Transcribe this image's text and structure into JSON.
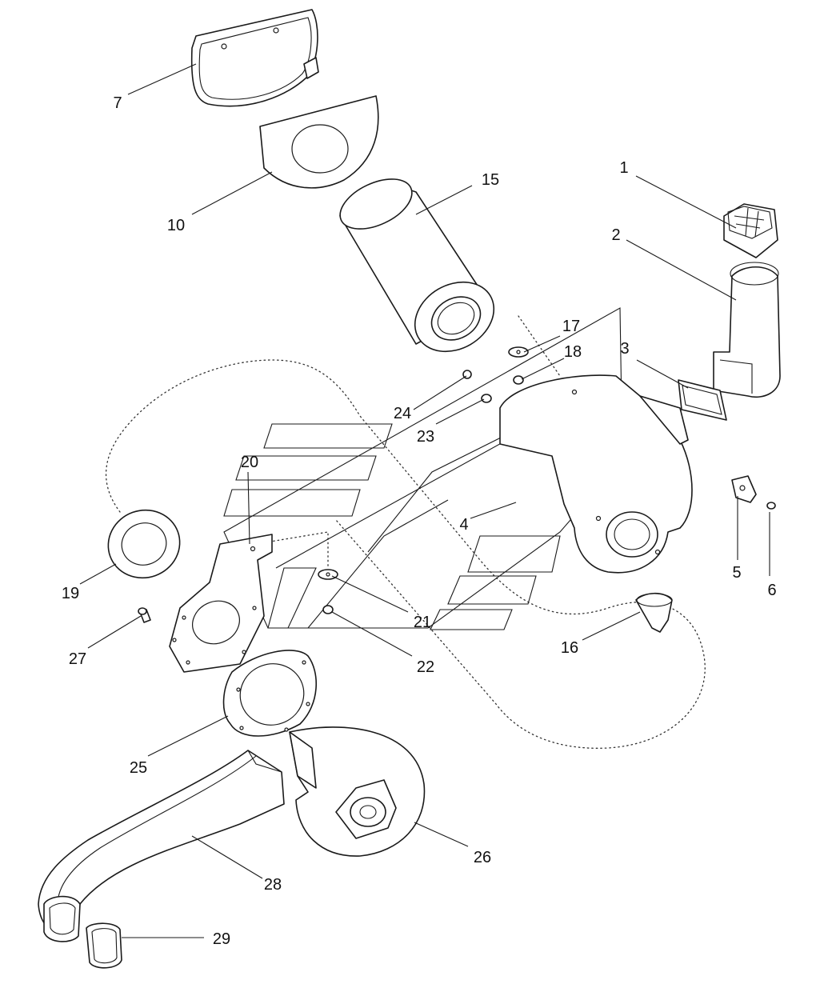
{
  "diagram": {
    "callouts": [
      {
        "id": "c1",
        "text": "1"
      },
      {
        "id": "c2",
        "text": "2"
      },
      {
        "id": "c3",
        "text": "3"
      },
      {
        "id": "c4",
        "text": "4"
      },
      {
        "id": "c5",
        "text": "5"
      },
      {
        "id": "c6",
        "text": "6"
      },
      {
        "id": "c7",
        "text": "7"
      },
      {
        "id": "c10",
        "text": "10"
      },
      {
        "id": "c15",
        "text": "15"
      },
      {
        "id": "c16",
        "text": "16"
      },
      {
        "id": "c17",
        "text": "17"
      },
      {
        "id": "c18",
        "text": "18"
      },
      {
        "id": "c19",
        "text": "19"
      },
      {
        "id": "c20",
        "text": "20"
      },
      {
        "id": "c21",
        "text": "21"
      },
      {
        "id": "c22",
        "text": "22"
      },
      {
        "id": "c23",
        "text": "23"
      },
      {
        "id": "c24",
        "text": "24"
      },
      {
        "id": "c25",
        "text": "25"
      },
      {
        "id": "c26",
        "text": "26"
      },
      {
        "id": "c27",
        "text": "27"
      },
      {
        "id": "c28",
        "text": "28"
      },
      {
        "id": "c29",
        "text": "29"
      }
    ],
    "line_color": "#1a1a1a",
    "background": "#ffffff"
  }
}
